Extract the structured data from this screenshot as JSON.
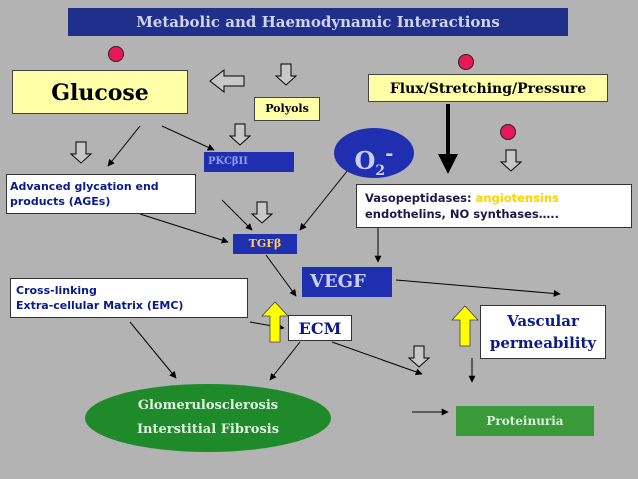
{
  "title": "Metabolic and Haemodynamic Interactions",
  "nodes": {
    "glucose": "Glucose",
    "flux": "Flux/Stretching/Pressure",
    "polyols": "Polyols",
    "pkc": "PKCβII",
    "o2_main": "O",
    "o2_sub": "2",
    "o2_sup": "-",
    "age_line1": "Advanced glycation end",
    "age_line2": "products (AGEs)",
    "vaso_label": "Vasopeptidases:",
    "vaso_highlight": "angiotensins",
    "vaso_line2": "endothelins, NO synthases…..",
    "tgf": "TGFβ",
    "vegf": "VEGF",
    "cross_line1": "Cross-linking",
    "cross_line2": "Extra-cellular Matrix (EMC)",
    "ecm": "ECM",
    "vasc_line1": "Vascular",
    "vasc_line2": "permeability",
    "glom_line1": "Glomerulosclerosis",
    "glom_line2": "Interstitial Fibrosis",
    "prot": "Proteinuria"
  },
  "colors": {
    "background": "#b3b3b3",
    "title_bar": "#1f2f8a",
    "highlight_box": "#ffffa8",
    "blue_node": "#1f2fb0",
    "green_node": "#1e8a2a",
    "red_dot": "#e8185a",
    "up_arrow": "#ffff00"
  }
}
